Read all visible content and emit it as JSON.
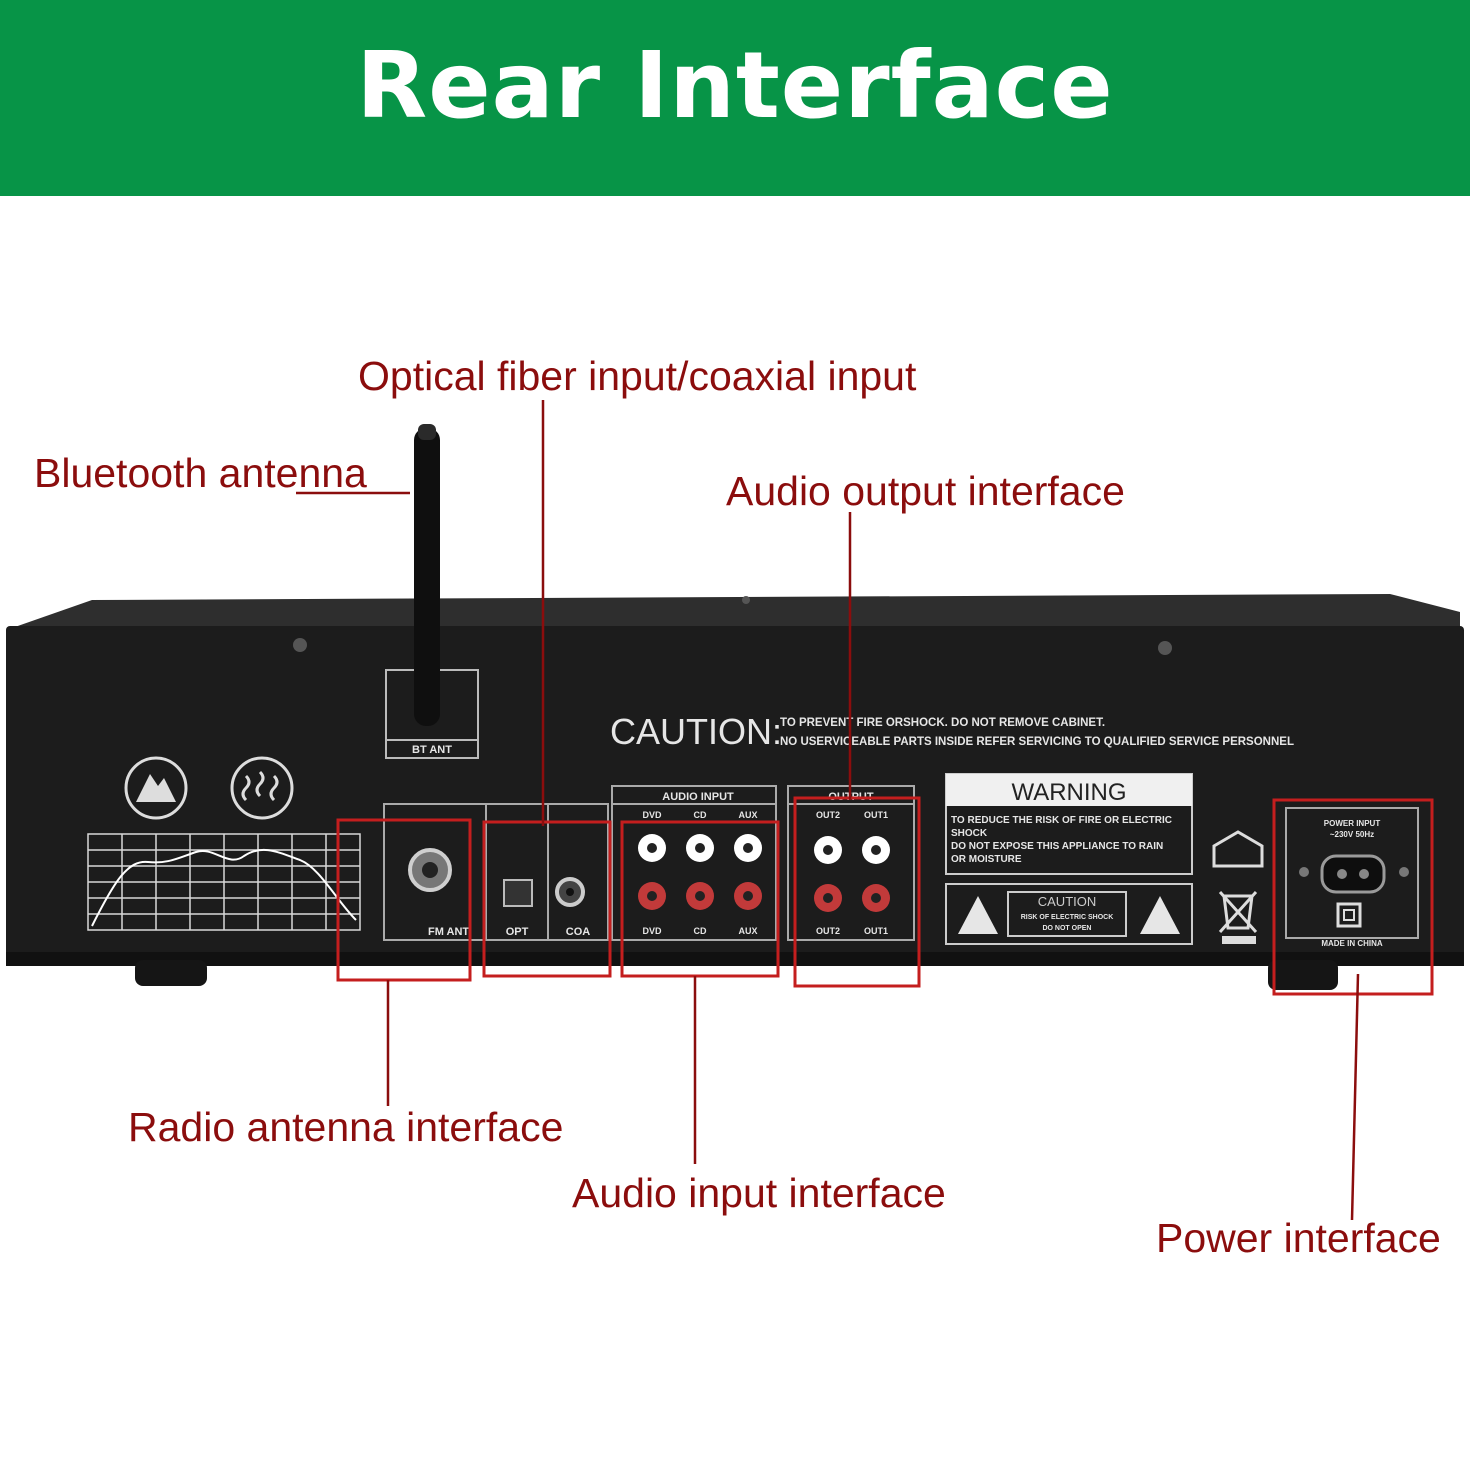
{
  "header": {
    "title": "Rear Interface"
  },
  "callouts": {
    "optical": "Optical fiber input/coaxial input",
    "bluetooth": "Bluetooth antenna",
    "audio_output": "Audio output interface",
    "radio": "Radio antenna interface",
    "audio_input": "Audio input interface",
    "power": "Power interface"
  },
  "panel": {
    "caution_title": "CAUTION:",
    "caution_line1": "TO PREVENT FIRE ORSHOCK. DO NOT REMOVE CABINET.",
    "caution_line2": "NO USERVICEABLE PARTS INSIDE REFER SERVICING TO QUALIFIED SERVICE PERSONNEL",
    "bt_ant": "BT ANT",
    "fm_ant": "FM ANT",
    "opt": "OPT",
    "coa": "COA",
    "audio_input": "AUDIO INPUT",
    "output": "OUTPUT",
    "dvd": "DVD",
    "cd": "CD",
    "aux": "AUX",
    "out2": "OUT2",
    "out1": "OUT1",
    "warning_title": "WARNING",
    "warning_line1": "TO REDUCE THE RISK OF FIRE OR ELECTRIC",
    "warning_line2": "SHOCK",
    "warning_line3": "DO NOT EXPOSE THIS APPLIANCE TO RAIN",
    "warning_line4": "OR MOISTURE",
    "caution_box_title": "CAUTION",
    "caution_box_line1": "RISK OF ELECTRIC SHOCK",
    "caution_box_line2": "DO NOT OPEN",
    "power_input": "POWER INPUT",
    "power_rating": "~230V 50Hz",
    "made_in": "MADE IN CHINA"
  },
  "colors": {
    "banner": "#079447",
    "callout_text": "#8b0d0d",
    "highlight": "#c41e1e",
    "chassis": "#1c1c1c"
  }
}
